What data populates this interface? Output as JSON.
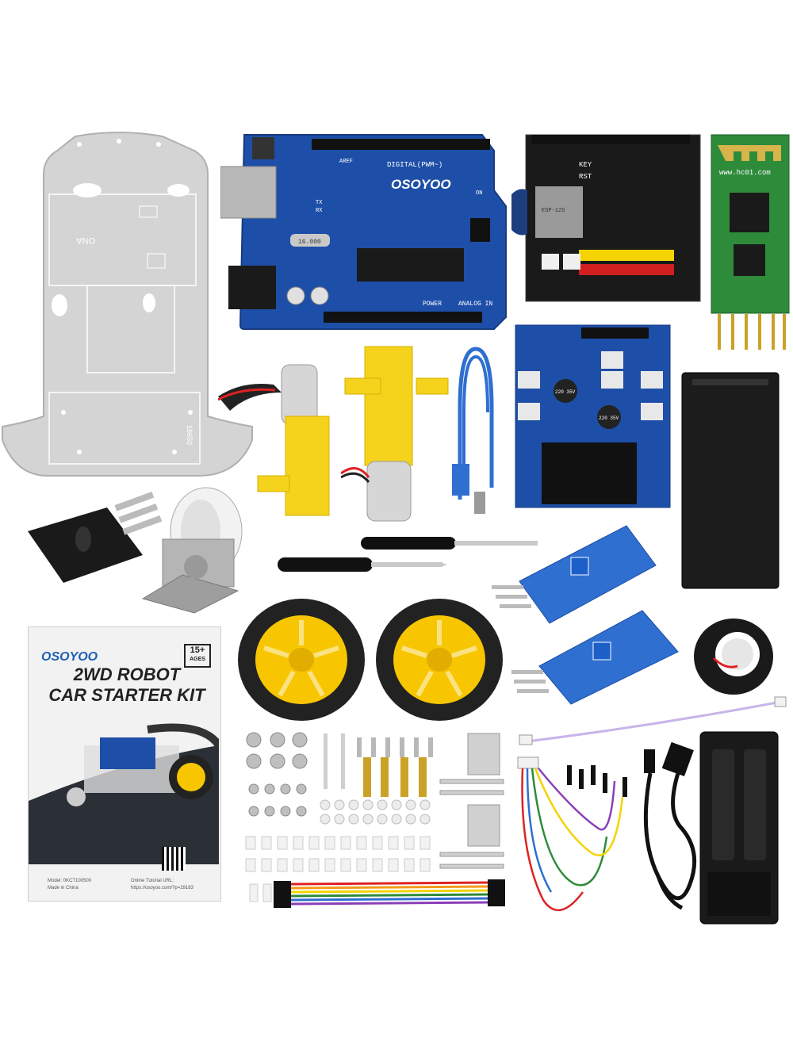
{
  "booklet": {
    "brand": "OSOYOO",
    "title_line1": "2WD ROBOT",
    "title_line2": "CAR STARTER KIT",
    "age_value": "15+",
    "age_label": "AGES",
    "model_text": "Model: 0KCT100500",
    "made_text": "Made in China",
    "tutorial_text": "Online Tutorial URL:",
    "tutorial_url": "https://osoyoo.com/?p=29183"
  },
  "uno_board": {
    "brand": "OSOYOO",
    "digital_label": "DIGITAL(PWM~)",
    "power_label": "POWER",
    "analog_label": "ANALOG IN",
    "crystal_label": "16.000",
    "aref_label": "AREF",
    "on_label": "ON",
    "tx_label": "TX",
    "rx_label": "RX"
  },
  "wifi_shield": {
    "key_label": "KEY",
    "rst_label": "RST",
    "module_label": "ESP-12S"
  },
  "bluetooth_module": {
    "url_label": "www.hc01.com"
  },
  "motor_driver": {
    "cap1_label": "220 35V",
    "cap2_label": "220 35V"
  },
  "chassis": {
    "label_one": "ONA",
    "label_battery": "18650"
  },
  "colors": {
    "pcb_blue": "#1e4fa8",
    "pcb_black": "#1a1a1a",
    "pcb_green": "#2e8b3a",
    "motor_yellow": "#f5d21c",
    "wheel_yellow": "#f7c600",
    "tire_black": "#222222",
    "acrylic": "#d9d9d9"
  },
  "icons": [
    "chassis-plate",
    "arduino-uno-board",
    "wifi-shield",
    "bluetooth-module",
    "gear-motor",
    "usb-cable",
    "motor-driver-board",
    "battery-box",
    "ir-receiver-module",
    "caster-wheel",
    "screwdriver",
    "line-sensor-module",
    "wheel",
    "electrical-tape",
    "instruction-booklet",
    "screws-nuts-set",
    "jumper-wires",
    "charger",
    "micro-usb-cable"
  ]
}
